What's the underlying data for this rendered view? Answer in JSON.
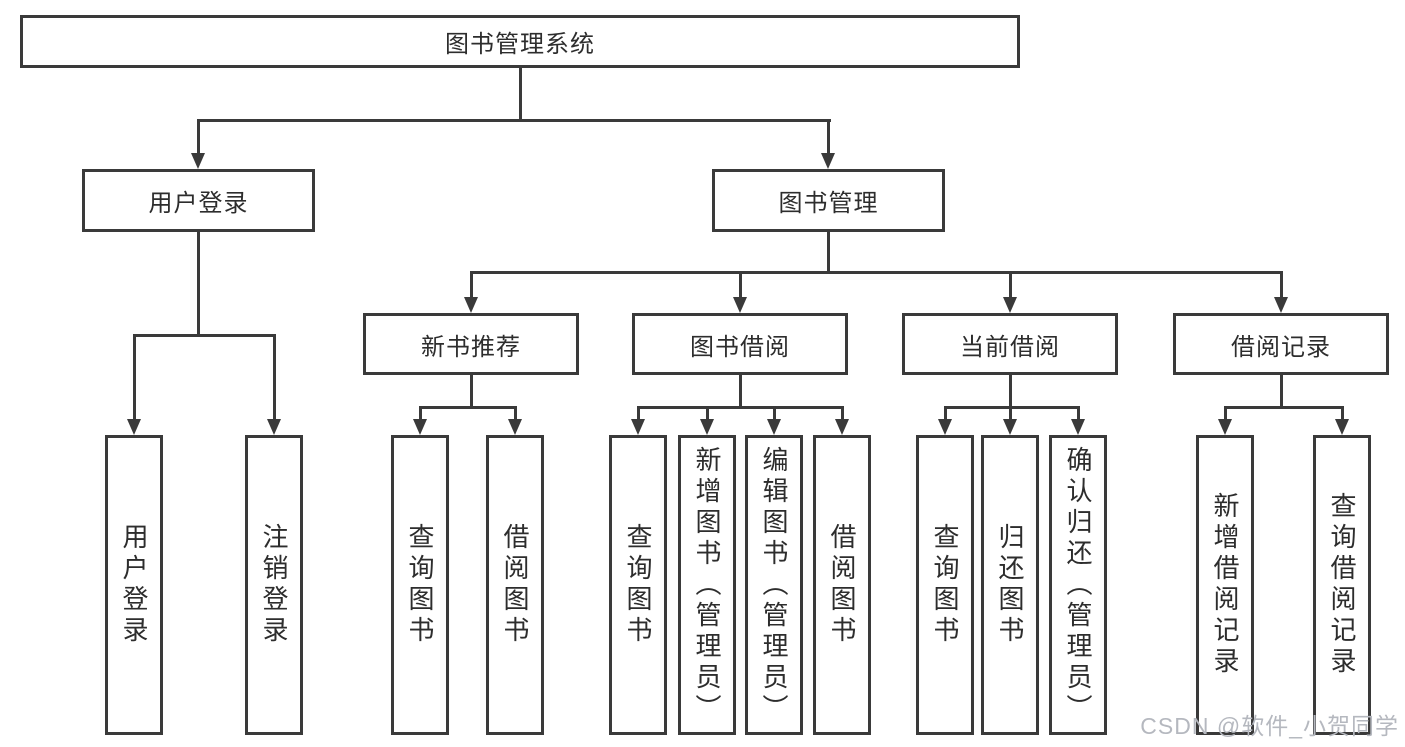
{
  "colors": {
    "line": "#3a3a3a",
    "text": "#2d2d2d",
    "background": "#ffffff",
    "watermark": "#b5b8bf"
  },
  "diagram": {
    "root": {
      "label": "图书管理系统"
    },
    "level2": [
      {
        "label": "用户登录"
      },
      {
        "label": "图书管理"
      }
    ],
    "level3": [
      {
        "label": "新书推荐"
      },
      {
        "label": "图书借阅"
      },
      {
        "label": "当前借阅"
      },
      {
        "label": "借阅记录"
      }
    ],
    "leaves": {
      "user_login": [
        "用户登录",
        "注销登录"
      ],
      "new_book_recommend": [
        "查询图书",
        "借阅图书"
      ],
      "book_borrow": [
        "查询图书",
        "新增图书（管理员）",
        "编辑图书（管理员）",
        "借阅图书"
      ],
      "current_borrow": [
        "查询图书",
        "归还图书",
        "确认归还（管理员）"
      ],
      "borrow_records": [
        "新增借阅记录",
        "查询借阅记录"
      ]
    }
  },
  "watermark": {
    "text": "CSDN @软件_小贺同学"
  }
}
